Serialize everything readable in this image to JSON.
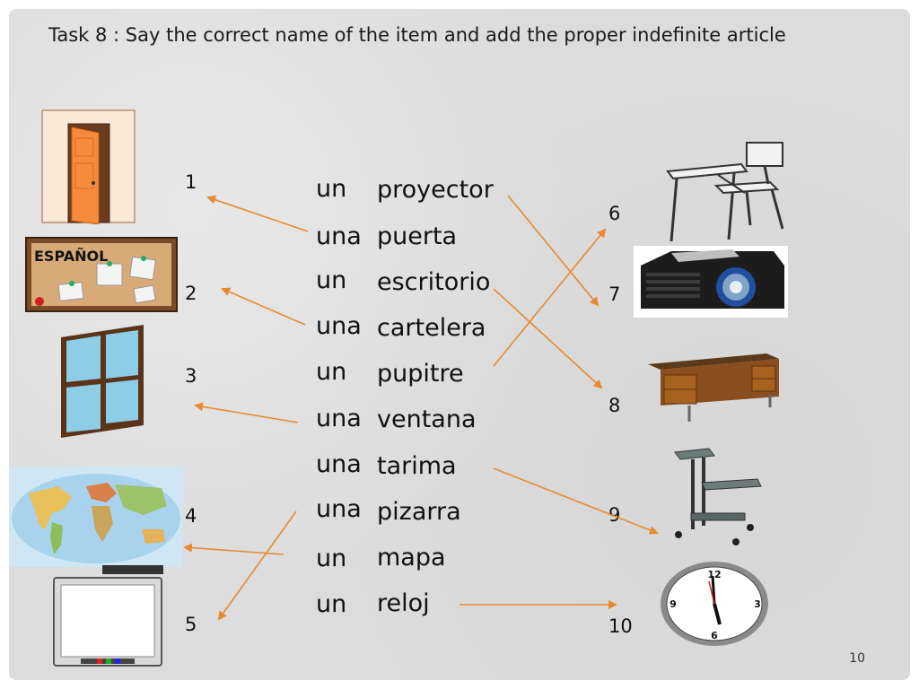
{
  "title": "Task 8 : Say the correct name of the item and add the proper indefinite article",
  "rows": [
    {
      "article": "un",
      "noun": "proyector"
    },
    {
      "article": "una",
      "noun": "puerta"
    },
    {
      "article": "un",
      "noun": "escritorio"
    },
    {
      "article": "una",
      "noun": "cartelera"
    },
    {
      "article": "un",
      "noun": "pupitre"
    },
    {
      "article": "una",
      "noun": "ventana"
    },
    {
      "article": "una",
      "noun": "tarima"
    },
    {
      "article": "una",
      "noun": "pizarra"
    },
    {
      "article": "un",
      "noun": "mapa"
    },
    {
      "article": "un",
      "noun": "reloj"
    }
  ],
  "left_numbers": [
    "1",
    "2",
    "3",
    "4",
    "5"
  ],
  "right_numbers": [
    "6",
    "7",
    "8",
    "9",
    "10"
  ],
  "board_label": "ESPAÑOL",
  "page_number": "10",
  "colors": {
    "arrow": "#e8892f",
    "background": "#dcdcdc"
  }
}
